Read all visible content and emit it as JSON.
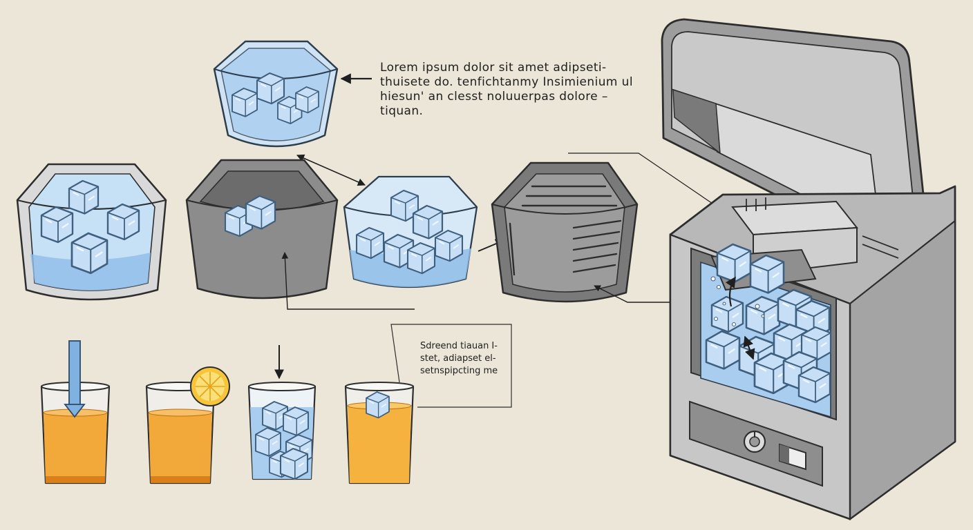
{
  "callouts": {
    "top": {
      "lines": [
        "Lorem ipsum dolor sit amet adipseti-",
        "thuisete do. tenfichtanmy Insimienium ul",
        "hiesun' an clesst noluuerpas dolore –",
        "tiquan."
      ]
    },
    "mid": {
      "lines": [
        "Sdreend tiauan I-",
        "stet, adiapset el-",
        "setnspipcting me"
      ]
    }
  },
  "colors": {
    "background": "#ebe6d8",
    "water": "#a9cdee",
    "ice": "#c8e0f7",
    "juice": "#f2a93a",
    "lemon": "#f6c53a",
    "machine": "#c9c9c9",
    "tray_dark": "#8a8a8a"
  },
  "icons": [
    "arrow-icon",
    "ice-cube-icon",
    "lemon-slice-icon",
    "straw-icon",
    "dial-icon",
    "switch-icon"
  ]
}
